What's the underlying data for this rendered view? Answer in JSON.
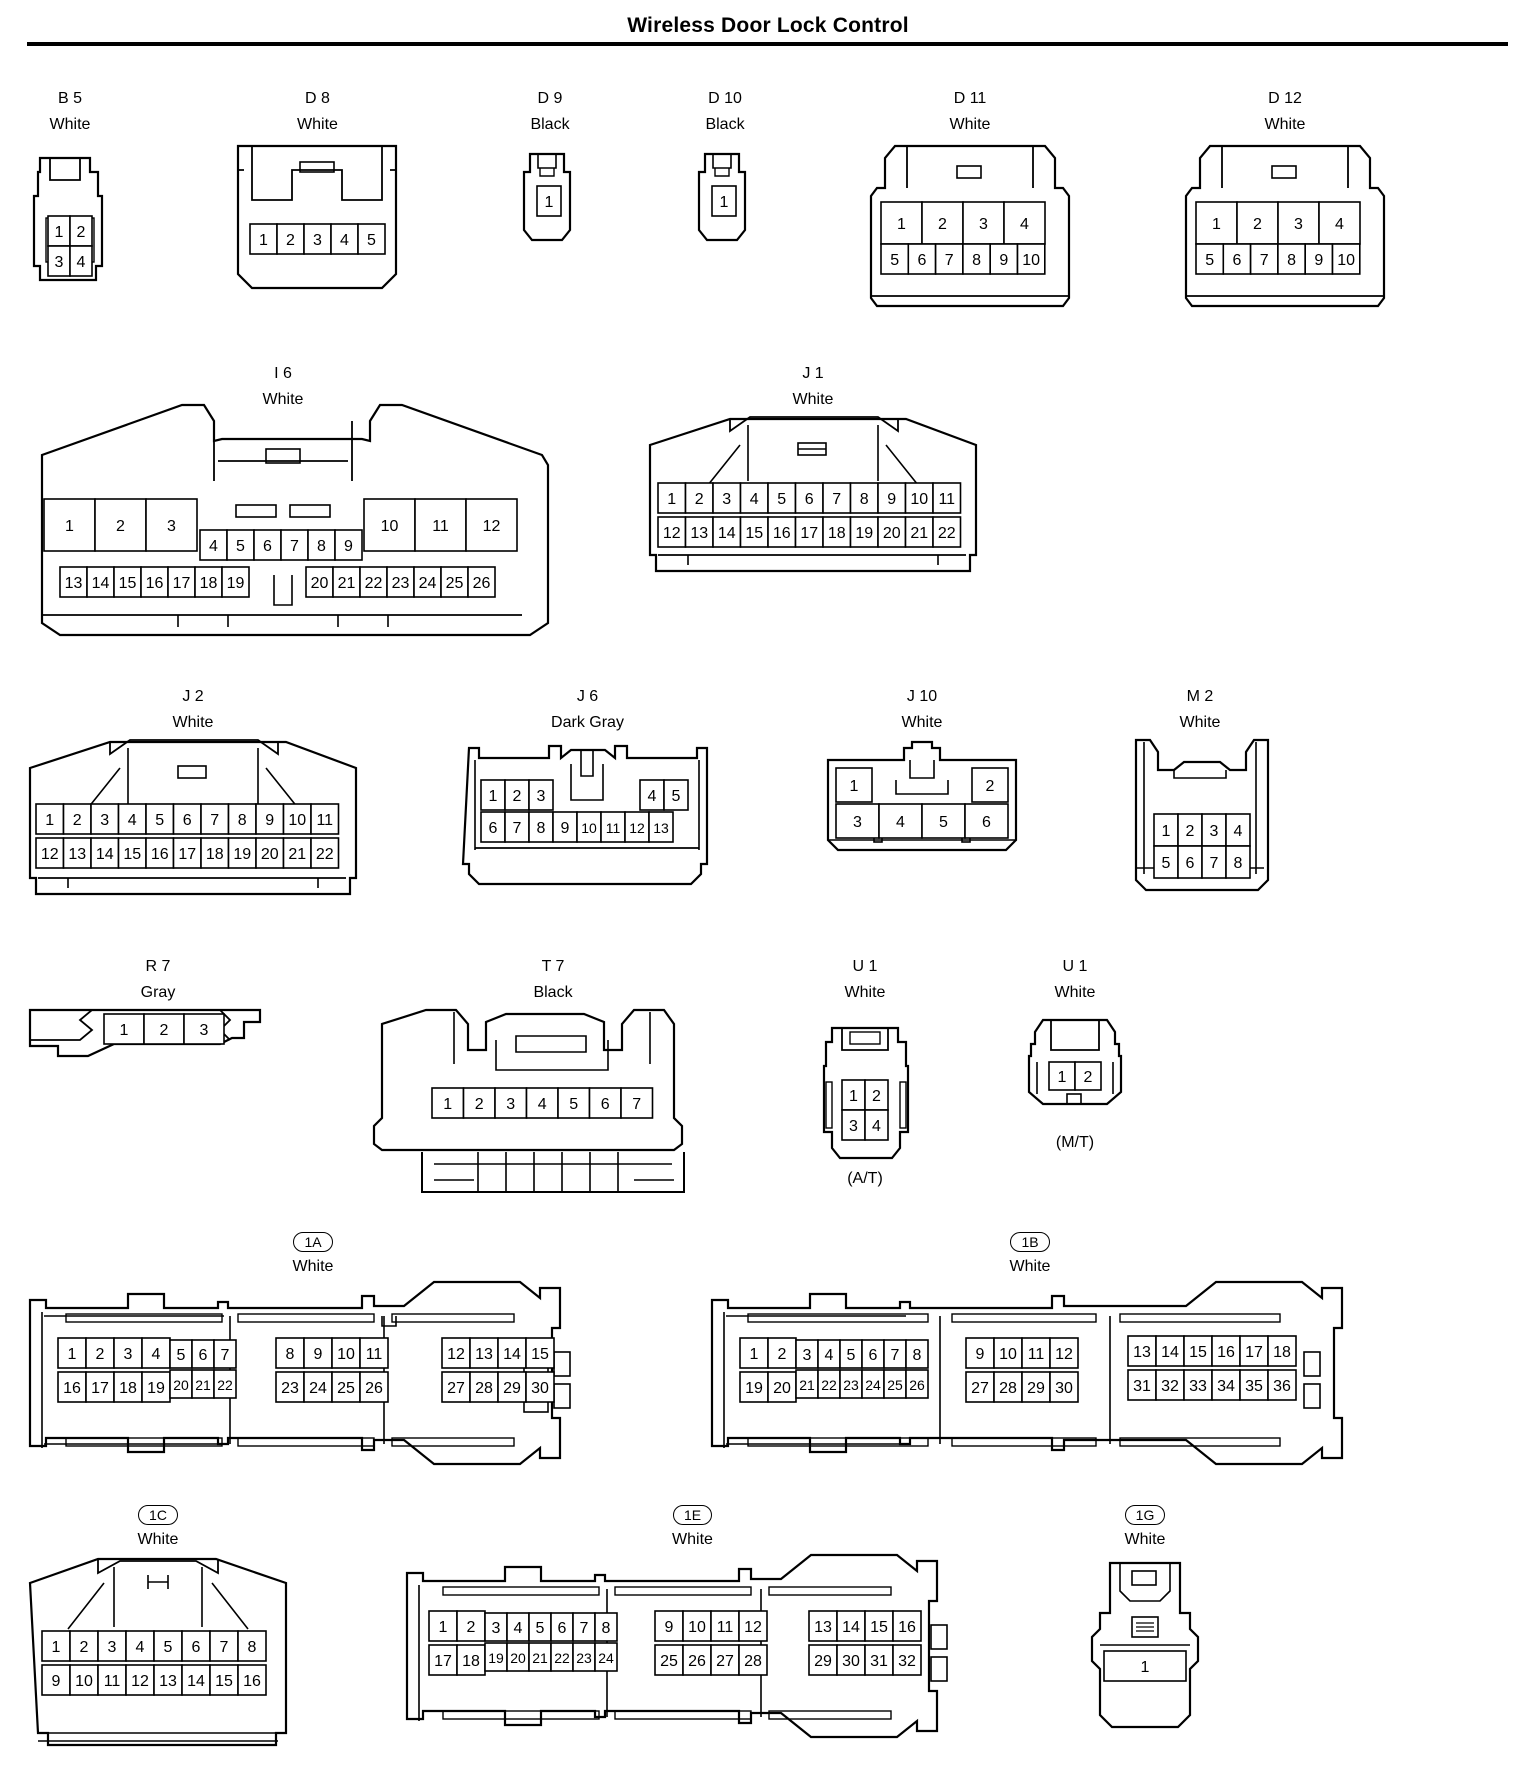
{
  "title": "Wireless Door Lock Control",
  "connectors": {
    "B5": {
      "name": "B 5",
      "color": "White",
      "pins": [
        "1",
        "2",
        "3",
        "4"
      ]
    },
    "D8": {
      "name": "D 8",
      "color": "White",
      "pins": [
        "1",
        "2",
        "3",
        "4",
        "5"
      ]
    },
    "D9": {
      "name": "D 9",
      "color": "Black",
      "pins": [
        "1"
      ]
    },
    "D10": {
      "name": "D 10",
      "color": "Black",
      "pins": [
        "1"
      ]
    },
    "D11": {
      "name": "D 11",
      "color": "White",
      "pins": [
        "1",
        "2",
        "3",
        "4",
        "5",
        "6",
        "7",
        "8",
        "9",
        "10"
      ]
    },
    "D12": {
      "name": "D 12",
      "color": "White",
      "pins": [
        "1",
        "2",
        "3",
        "4",
        "5",
        "6",
        "7",
        "8",
        "9",
        "10"
      ]
    },
    "I6": {
      "name": "I 6",
      "color": "White",
      "pins": [
        "1",
        "2",
        "3",
        "4",
        "5",
        "6",
        "7",
        "8",
        "9",
        "10",
        "11",
        "12",
        "13",
        "14",
        "15",
        "16",
        "17",
        "18",
        "19",
        "20",
        "21",
        "22",
        "23",
        "24",
        "25",
        "26"
      ]
    },
    "J1": {
      "name": "J 1",
      "color": "White",
      "pins": [
        "1",
        "2",
        "3",
        "4",
        "5",
        "6",
        "7",
        "8",
        "9",
        "10",
        "11",
        "12",
        "13",
        "14",
        "15",
        "16",
        "17",
        "18",
        "19",
        "20",
        "21",
        "22"
      ]
    },
    "J2": {
      "name": "J 2",
      "color": "White",
      "pins": [
        "1",
        "2",
        "3",
        "4",
        "5",
        "6",
        "7",
        "8",
        "9",
        "10",
        "11",
        "12",
        "13",
        "14",
        "15",
        "16",
        "17",
        "18",
        "19",
        "20",
        "21",
        "22"
      ]
    },
    "J6": {
      "name": "J 6",
      "color": "Dark Gray",
      "pins": [
        "1",
        "2",
        "3",
        "4",
        "5",
        "6",
        "7",
        "8",
        "9",
        "10",
        "11",
        "12",
        "13"
      ]
    },
    "J10": {
      "name": "J 10",
      "color": "White",
      "pins": [
        "1",
        "2",
        "3",
        "4",
        "5",
        "6"
      ]
    },
    "M2": {
      "name": "M 2",
      "color": "White",
      "pins": [
        "1",
        "2",
        "3",
        "4",
        "5",
        "6",
        "7",
        "8"
      ]
    },
    "R7": {
      "name": "R 7",
      "color": "Gray",
      "pins": [
        "1",
        "2",
        "3"
      ]
    },
    "T7": {
      "name": "T 7",
      "color": "Black",
      "pins": [
        "1",
        "2",
        "3",
        "4",
        "5",
        "6",
        "7"
      ]
    },
    "U1a": {
      "name": "U 1",
      "color": "White",
      "note": "(A/T)",
      "pins": [
        "1",
        "2",
        "3",
        "4"
      ]
    },
    "U1b": {
      "name": "U 1",
      "color": "White",
      "note": "(M/T)",
      "pins": [
        "1",
        "2"
      ]
    },
    "1A": {
      "name": "1A",
      "color": "White",
      "pins": [
        "1",
        "2",
        "3",
        "4",
        "5",
        "6",
        "7",
        "8",
        "9",
        "10",
        "11",
        "12",
        "13",
        "14",
        "15",
        "16",
        "17",
        "18",
        "19",
        "20",
        "21",
        "22",
        "23",
        "24",
        "25",
        "26",
        "27",
        "28",
        "29",
        "30"
      ]
    },
    "1B": {
      "name": "1B",
      "color": "White",
      "pins": [
        "1",
        "2",
        "3",
        "4",
        "5",
        "6",
        "7",
        "8",
        "9",
        "10",
        "11",
        "12",
        "13",
        "14",
        "15",
        "16",
        "17",
        "18",
        "19",
        "20",
        "21",
        "22",
        "23",
        "24",
        "25",
        "26",
        "27",
        "28",
        "29",
        "30",
        "31",
        "32",
        "33",
        "34",
        "35",
        "36"
      ]
    },
    "1C": {
      "name": "1C",
      "color": "White",
      "pins": [
        "1",
        "2",
        "3",
        "4",
        "5",
        "6",
        "7",
        "8",
        "9",
        "10",
        "11",
        "12",
        "13",
        "14",
        "15",
        "16"
      ]
    },
    "1E": {
      "name": "1E",
      "color": "White",
      "pins": [
        "1",
        "2",
        "3",
        "4",
        "5",
        "6",
        "7",
        "8",
        "9",
        "10",
        "11",
        "12",
        "13",
        "14",
        "15",
        "16",
        "17",
        "18",
        "19",
        "20",
        "21",
        "22",
        "23",
        "24",
        "25",
        "26",
        "27",
        "28",
        "29",
        "30",
        "31",
        "32"
      ]
    },
    "1G": {
      "name": "1G",
      "color": "White",
      "pins": [
        "1"
      ]
    }
  }
}
